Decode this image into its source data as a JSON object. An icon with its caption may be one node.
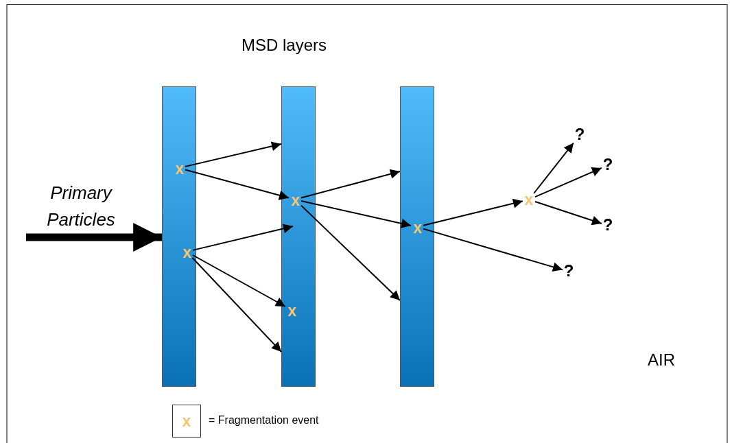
{
  "diagram": {
    "nodes": [
      {
        "text": [],
        "shape": "bar"
      },
      {
        "text": [],
        "shape": "bar"
      },
      {
        "text": [],
        "shape": "bar"
      },
      {
        "text": [
          "x"
        ],
        "in": 0
      },
      {
        "text": [
          "x"
        ],
        "in": 0
      },
      {
        "text": [
          "x"
        ],
        "in": 1
      },
      {
        "text": [
          "x"
        ],
        "in": 1
      },
      {
        "text": [
          "x"
        ],
        "in": 2
      },
      {
        "text": [
          "x"
        ]
      },
      {
        "text": [
          "?"
        ]
      },
      {
        "text": [
          "?"
        ]
      },
      {
        "text": [
          "?"
        ]
      },
      {
        "text": [
          "?"
        ]
      },
      {
        "text": [
          "x"
        ],
        "beside": [
          "= Fragmentation event"
        ]
      }
    ],
    "edges": [
      {
        "from": null,
        "to": 0,
        "arrow": "to",
        "style": "thick"
      },
      {
        "from": 3,
        "to": 1,
        "arrow": "to"
      },
      {
        "from": 3,
        "to": 5,
        "arrow": "to"
      },
      {
        "from": 4,
        "to": 1,
        "arrow": "to"
      },
      {
        "from": 4,
        "to": 6,
        "arrow": "to"
      },
      {
        "from": 4,
        "to": 1,
        "arrow": "to"
      },
      {
        "from": 5,
        "to": 2,
        "arrow": "to"
      },
      {
        "from": 5,
        "to": 7,
        "arrow": "to"
      },
      {
        "from": 5,
        "to": 2,
        "arrow": "to"
      },
      {
        "from": 7,
        "to": 8,
        "arrow": "to"
      },
      {
        "from": 7,
        "to": 12,
        "arrow": "to"
      },
      {
        "from": 8,
        "to": 9,
        "arrow": "to"
      },
      {
        "from": 8,
        "to": 10,
        "arrow": "to"
      },
      {
        "from": 8,
        "to": 11,
        "arrow": "to"
      }
    ],
    "labels": [
      "MSD layers",
      "Primary Particles",
      "AIR"
    ]
  }
}
